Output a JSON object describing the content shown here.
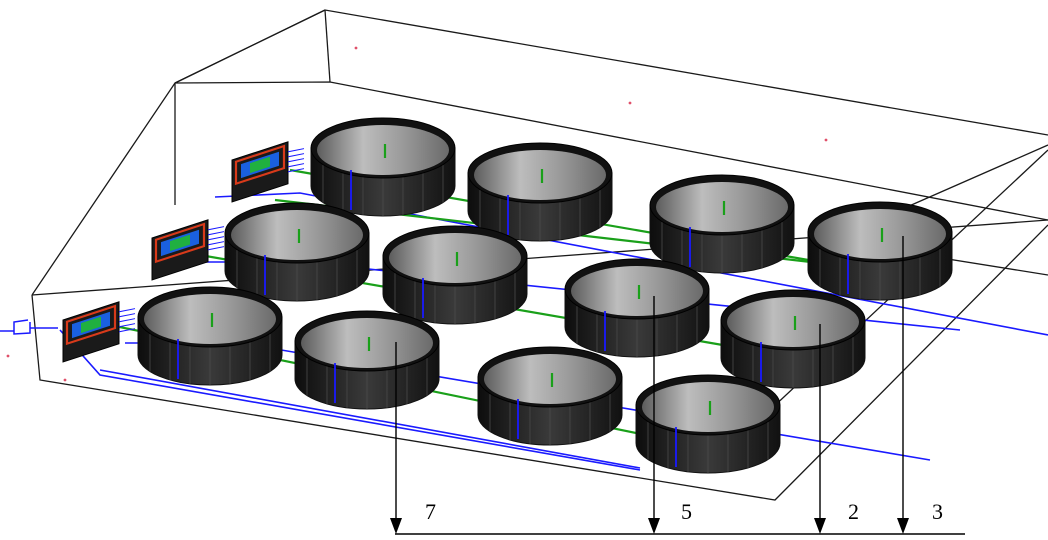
{
  "figure": {
    "callouts": [
      {
        "label": "7"
      },
      {
        "label": "5"
      },
      {
        "label": "2"
      },
      {
        "label": "3"
      }
    ]
  },
  "colors": {
    "background": "#ffffff",
    "box_edges": "#1a1a1a",
    "blue_pipe": "#1a1aff",
    "green_pipe": "#1aa01a",
    "tank_rim": "#111111",
    "tank_inner": "#8a8a8a",
    "tank_wall": "#222222",
    "unit_body": "#1a1a1a",
    "unit_frame": "#d83a1a",
    "unit_panel": "#1a60e0",
    "unit_display": "#20b040"
  },
  "icons": {
    "tank": "cylindrical-tank-icon",
    "control_unit": "control-unit-icon",
    "arrow": "down-arrow-icon"
  },
  "counts": {
    "tanks": 12,
    "control_units": 3
  }
}
